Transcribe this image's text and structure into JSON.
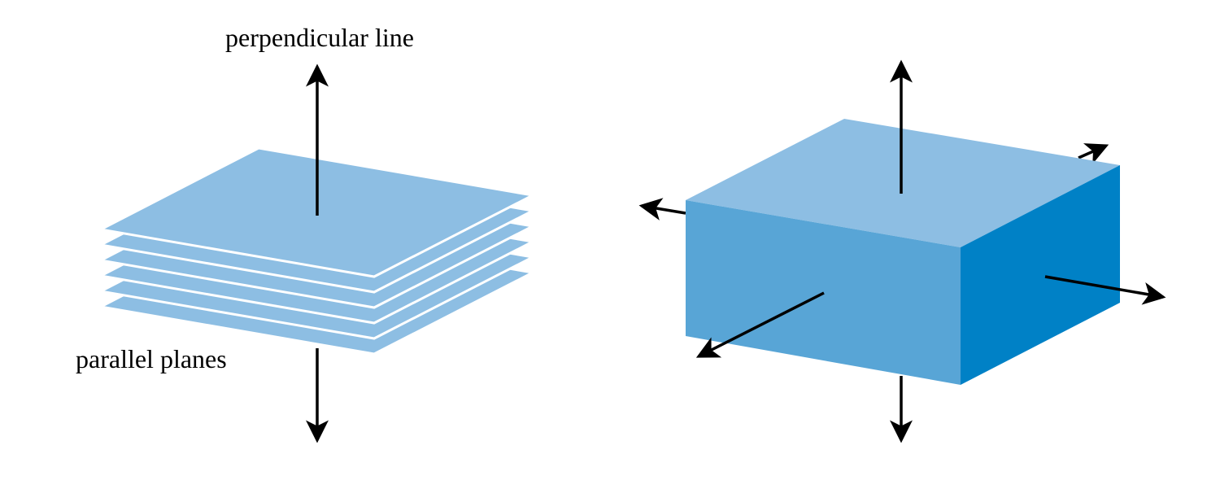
{
  "labels": {
    "perpendicular_line": "perpendicular line",
    "parallel_planes": "parallel planes"
  },
  "colors": {
    "plane": "#8dbee3",
    "box_top": "#8dbee3",
    "box_front": "#58a5d6",
    "box_right": "#0081c6",
    "arrow": "#000000"
  },
  "plane_count": 6
}
